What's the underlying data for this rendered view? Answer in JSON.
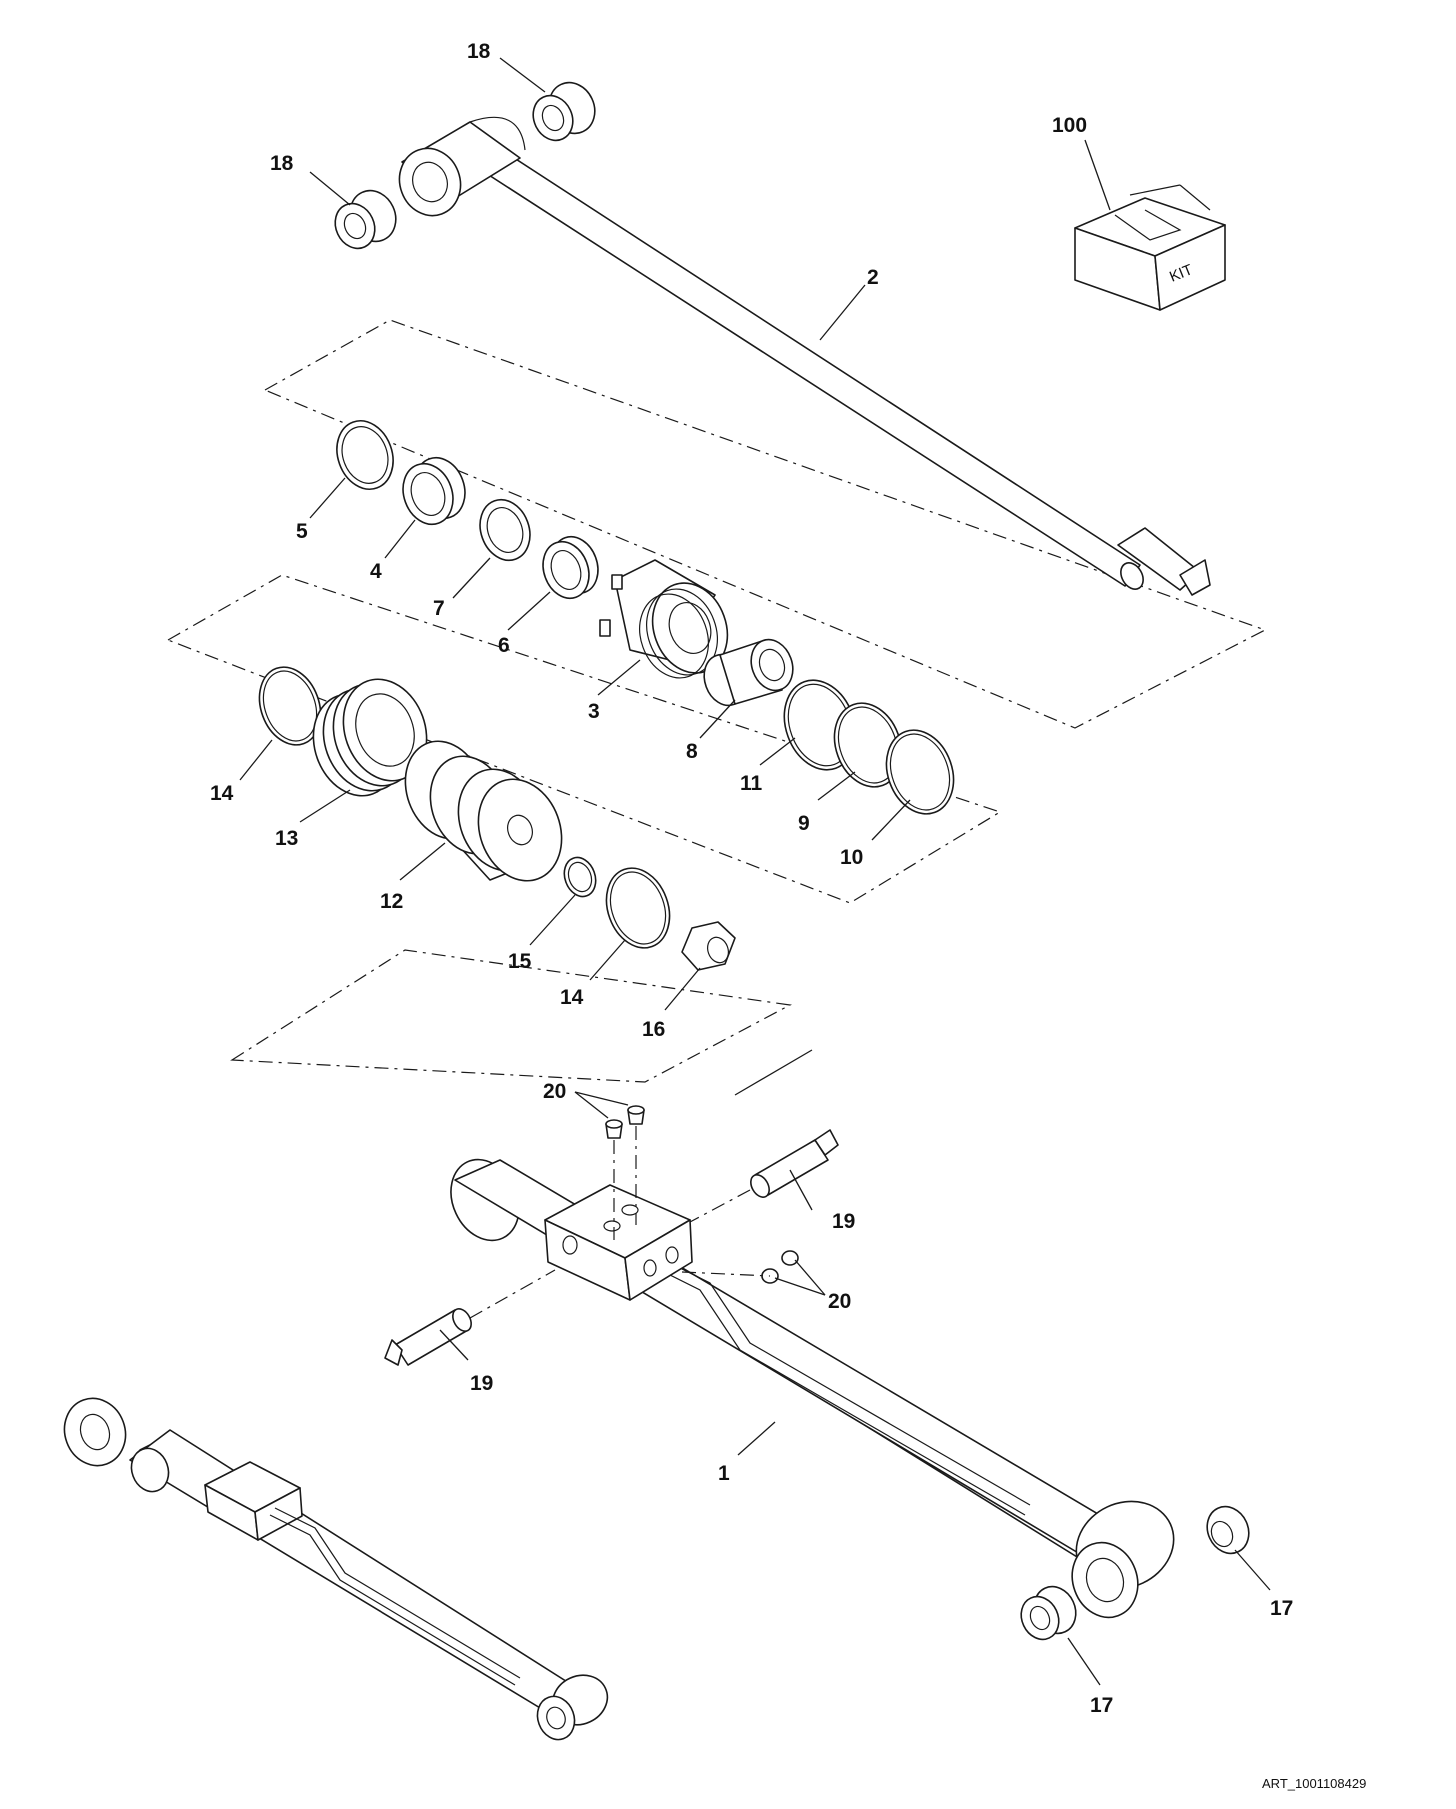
{
  "diagram": {
    "art_id": "ART_1001108429",
    "kit_box_label": "KIT",
    "callouts": {
      "c1": "1",
      "c2": "2",
      "c3": "3",
      "c4": "4",
      "c5": "5",
      "c6": "6",
      "c7": "7",
      "c8": "8",
      "c9": "9",
      "c10": "10",
      "c11": "11",
      "c12": "12",
      "c13": "13",
      "c14a": "14",
      "c14b": "14",
      "c15": "15",
      "c16": "16",
      "c17a": "17",
      "c17b": "17",
      "c18a": "18",
      "c18b": "18",
      "c19a": "19",
      "c19b": "19",
      "c20a": "20",
      "c20b": "20",
      "c100": "100"
    }
  }
}
